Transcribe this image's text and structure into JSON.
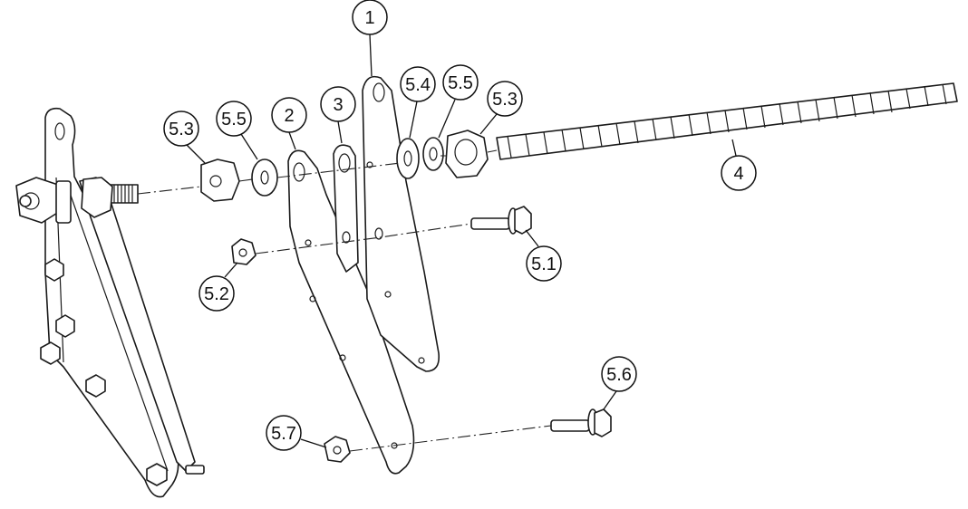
{
  "callouts": [
    {
      "id": "c1",
      "label": "1"
    },
    {
      "id": "c2",
      "label": "2"
    },
    {
      "id": "c3",
      "label": "3"
    },
    {
      "id": "c4",
      "label": "4"
    },
    {
      "id": "c5_1",
      "label": "5.1"
    },
    {
      "id": "c5_2",
      "label": "5.2"
    },
    {
      "id": "c5_3a",
      "label": "5.3"
    },
    {
      "id": "c5_3b",
      "label": "5.3"
    },
    {
      "id": "c5_4",
      "label": "5.4"
    },
    {
      "id": "c5_5a",
      "label": "5.5"
    },
    {
      "id": "c5_5b",
      "label": "5.5"
    },
    {
      "id": "c5_6",
      "label": "5.6"
    },
    {
      "id": "c5_7",
      "label": "5.7"
    }
  ]
}
